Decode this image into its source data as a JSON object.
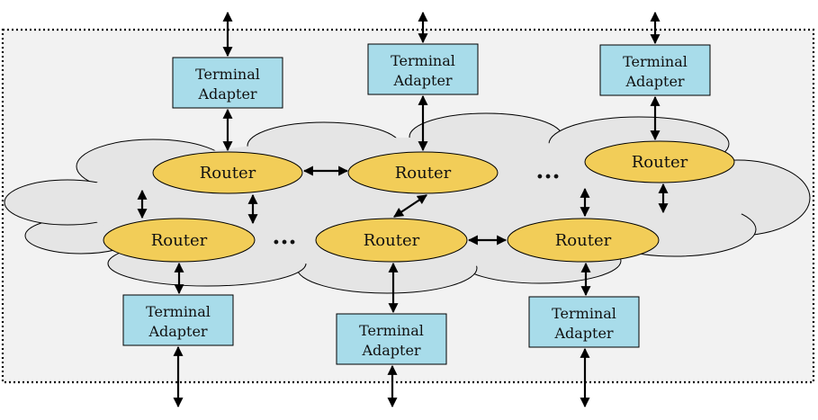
{
  "router_label": "Router",
  "terminal_adapter_label": {
    "line1": "Terminal",
    "line2": "Adapter"
  },
  "ellipsis": "...",
  "colors": {
    "router_fill": "#F2CD58",
    "terminal_fill": "#A8DCEA",
    "cloud_fill": "#E5E5E5",
    "background_fill": "#F2F2F2",
    "stroke": "#000000"
  }
}
